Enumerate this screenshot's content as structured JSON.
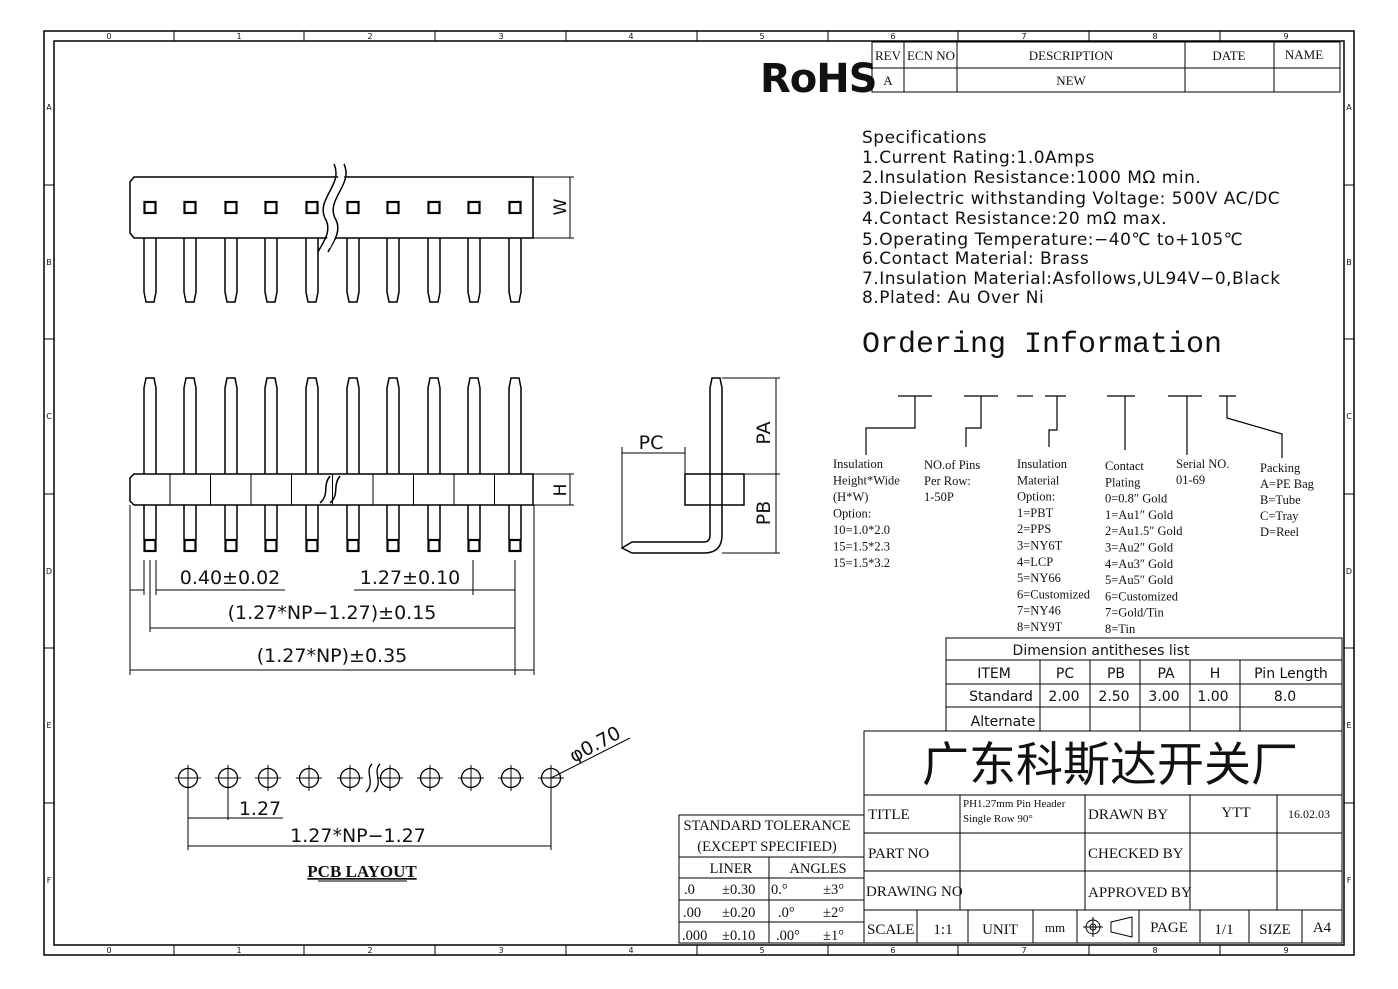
{
  "border": {
    "columns": [
      "0",
      "1",
      "2",
      "3",
      "4",
      "5",
      "6",
      "7",
      "8",
      "9"
    ],
    "rows": [
      "A",
      "B",
      "C",
      "D",
      "E",
      "F"
    ]
  },
  "rohs": "RoHS",
  "revision": {
    "headers": [
      "REV",
      "ECN NO",
      "DESCRIPTION",
      "DATE",
      "NAME"
    ],
    "row": [
      "A",
      "",
      "NEW",
      "",
      ""
    ]
  },
  "specs": {
    "heading": "Specifications",
    "lines": [
      "1.Current  Rating:1.0Amps",
      "2.Insulation  Resistance:1000  MΩ  min.",
      "3.Dielectric  withstanding  Voltage:  500V  AC/DC",
      "4.Contact  Resistance:20  mΩ  max.",
      "5.Operating  Temperature:−40℃  to+105℃",
      "6.Contact  Material:  Brass",
      "7.Insulation  Material:Asfollows,UL94V−0,Black",
      "8.Plated:  Au  Over  Ni"
    ]
  },
  "ordering": {
    "title": "Ordering  Information",
    "groups": [
      {
        "name": "insulation-height",
        "lines": [
          "Insulation",
          "Height*Wide",
          "(H*W)",
          "Option:",
          "10=1.0*2.0",
          "15=1.5*2.3",
          "15=1.5*3.2"
        ]
      },
      {
        "name": "pins-per-row",
        "lines": [
          "NO.of Pins",
          "Per Row:",
          "1-50P"
        ]
      },
      {
        "name": "insulation-material",
        "lines": [
          "Insulation",
          "Material",
          "Option:",
          "1=PBT",
          "2=PPS",
          "3=NY6T",
          "4=LCP",
          "5=NY66",
          "6=Customized",
          "7=NY46",
          "8=NY9T"
        ]
      },
      {
        "name": "contact-plating",
        "lines": [
          "Contact",
          "Plating",
          "0=0.8″ Gold",
          "1=Au1″ Gold",
          "2=Au1.5″ Gold",
          "3=Au2″ Gold",
          "4=Au3″ Gold",
          "5=Au5″ Gold",
          "6=Customized",
          "7=Gold/Tin",
          "8=Tin"
        ]
      },
      {
        "name": "serial",
        "lines": [
          "Serial NO.",
          "01-69"
        ]
      },
      {
        "name": "packing",
        "lines": [
          "Packing",
          "A=PE Bag",
          "B=Tube",
          "C=Tray",
          "D=Reel"
        ]
      }
    ]
  },
  "dim_table": {
    "title": "Dimension antitheses list",
    "headers": [
      "ITEM",
      "PC",
      "PB",
      "PA",
      "H",
      "Pin Length"
    ],
    "rows": [
      [
        "Standard",
        "2.00",
        "2.50",
        "3.00",
        "1.00",
        "8.0"
      ],
      [
        "Alternate",
        "",
        "",
        "",
        "",
        ""
      ]
    ]
  },
  "drawing_labels": {
    "w": "W",
    "h": "H",
    "pc": "PC",
    "pa": "PA",
    "pb": "PB",
    "dim_pin_width": "0.40±0.02",
    "dim_pitch": "1.27±0.10",
    "dim_span": "(1.27*NP−1.27)±0.15",
    "dim_total": "(1.27*NP)±0.35",
    "hole_dia": "φ0.70",
    "pcb_pitch": "1.27",
    "pcb_span": "1.27*NP−1.27",
    "pcb_title": "PCB LAYOUT"
  },
  "company": "广东科斯达开关厂",
  "tolerance": {
    "title1": "STANDARD  TOLERANCE",
    "title2": "(EXCEPT   SPECIFIED)",
    "col1": "LINER",
    "col2": "ANGLES",
    "rows": [
      [
        ".0",
        "±0.30",
        "0.°",
        "±3°"
      ],
      [
        ".00",
        "±0.20",
        ".0°",
        "±2°"
      ],
      [
        ".000",
        "±0.10",
        ".00°",
        "±1°"
      ]
    ]
  },
  "title_block": {
    "title_label": "TITLE",
    "title_value_1": "PH1.27mm Pin Header",
    "title_value_2": "Single Row 90°",
    "drawn_by_label": "DRAWN BY",
    "drawn_by": "YTT",
    "date": "16.02.03",
    "part_no_label": "PART NO",
    "checked_by_label": "CHECKED BY",
    "drawing_no_label": "DRAWING NO",
    "approved_by_label": "APPROVED BY",
    "scale_label": "SCALE",
    "scale": "1:1",
    "unit_label": "UNIT",
    "unit": "mm",
    "page_label": "PAGE",
    "page": "1/1",
    "size_label": "SIZE",
    "size": "A4"
  }
}
